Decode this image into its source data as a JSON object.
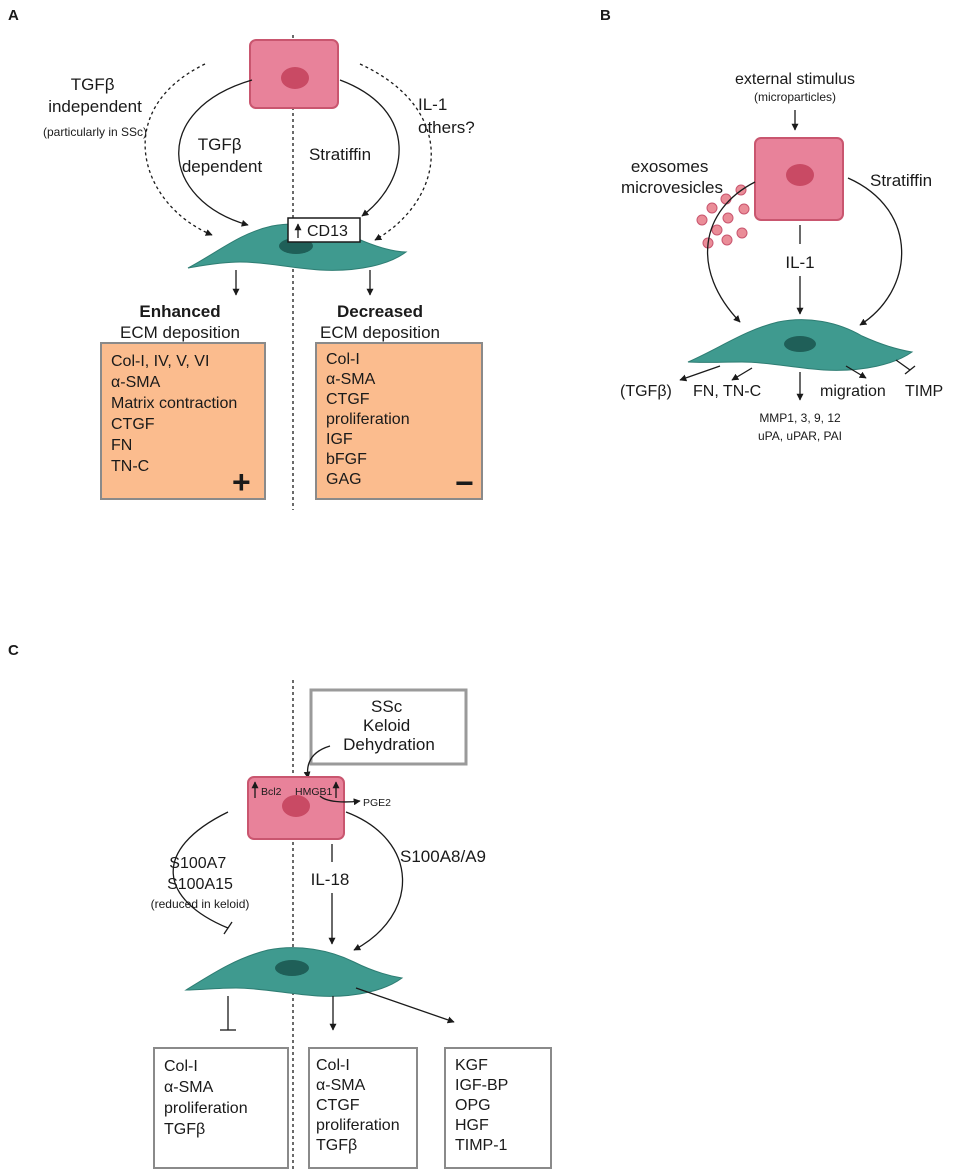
{
  "panel_a": {
    "letter": "A",
    "tgfb_independent": [
      "TGFβ",
      "independent"
    ],
    "ssc_note": "(particularly in SSc)",
    "tgfb_dependent": [
      "TGFβ",
      "dependent"
    ],
    "stratiffin": "Stratiffin",
    "il1_others": [
      "IL-1",
      "others?"
    ],
    "cd13_label": "CD13",
    "enhanced_title": "Enhanced",
    "enhanced_sub": "ECM deposition",
    "enhanced_items": [
      "Col-I, IV, V, VI",
      "α-SMA",
      "Matrix contraction",
      "CTGF",
      "FN",
      "TN-C"
    ],
    "enhanced_sign": "+",
    "decreased_title": "Decreased",
    "decreased_sub": "ECM deposition",
    "decreased_items": [
      "Col-I",
      "α-SMA",
      "CTGF",
      "proliferation",
      "IGF",
      "bFGF",
      "GAG"
    ],
    "decreased_sign": "−"
  },
  "panel_b": {
    "letter": "B",
    "stimulus": "external stimulus",
    "stimulus_note": "(microparticles)",
    "vesicles": [
      "exosomes",
      "microvesicles"
    ],
    "stratiffin": "Stratiffin",
    "il1": "IL-1",
    "tgfb": "(TGFβ)",
    "fn_tnc": "FN, TN-C",
    "migration": "migration",
    "timp": "TIMP",
    "mmp": "MMP1, 3, 9, 12",
    "upa": "uPA, uPAR, PAI"
  },
  "panel_c": {
    "letter": "C",
    "conditions": [
      "SSc",
      "Keloid",
      "Dehydration"
    ],
    "bcl2": "Bcl2",
    "hmgb1": "HMGB1",
    "pge2": "PGE2",
    "s100a7": "S100A7",
    "s100a15": "S100A15",
    "keloid_note": "(reduced in keloid)",
    "il18": "IL-18",
    "s100a8a9": "S100A8/A9",
    "inhibited_items": [
      "Col-I",
      "α-SMA",
      "proliferation",
      "TGFβ"
    ],
    "induced_items": [
      "Col-I",
      "α-SMA",
      "CTGF",
      "proliferation",
      "TGFβ"
    ],
    "secreted_items": [
      "KGF",
      "IGF-BP",
      "OPG",
      "HGF",
      "TIMP-1"
    ]
  }
}
